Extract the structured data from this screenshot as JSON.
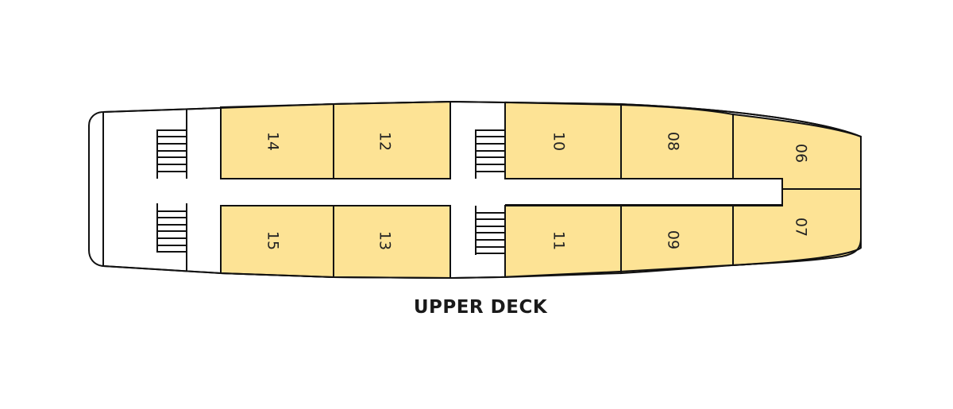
{
  "deck": {
    "title": "UPPER DECK",
    "cabin_color": "#fde395",
    "cabins": [
      {
        "number": "14",
        "row": "top"
      },
      {
        "number": "12",
        "row": "top"
      },
      {
        "number": "10",
        "row": "top"
      },
      {
        "number": "08",
        "row": "top"
      },
      {
        "number": "06",
        "row": "top"
      },
      {
        "number": "15",
        "row": "bottom"
      },
      {
        "number": "13",
        "row": "bottom"
      },
      {
        "number": "11",
        "row": "bottom"
      },
      {
        "number": "09",
        "row": "bottom"
      },
      {
        "number": "07",
        "row": "bottom"
      }
    ],
    "stairs": [
      "stairs-aft-top",
      "stairs-aft-bottom",
      "stairs-mid-top",
      "stairs-mid-bottom"
    ]
  }
}
